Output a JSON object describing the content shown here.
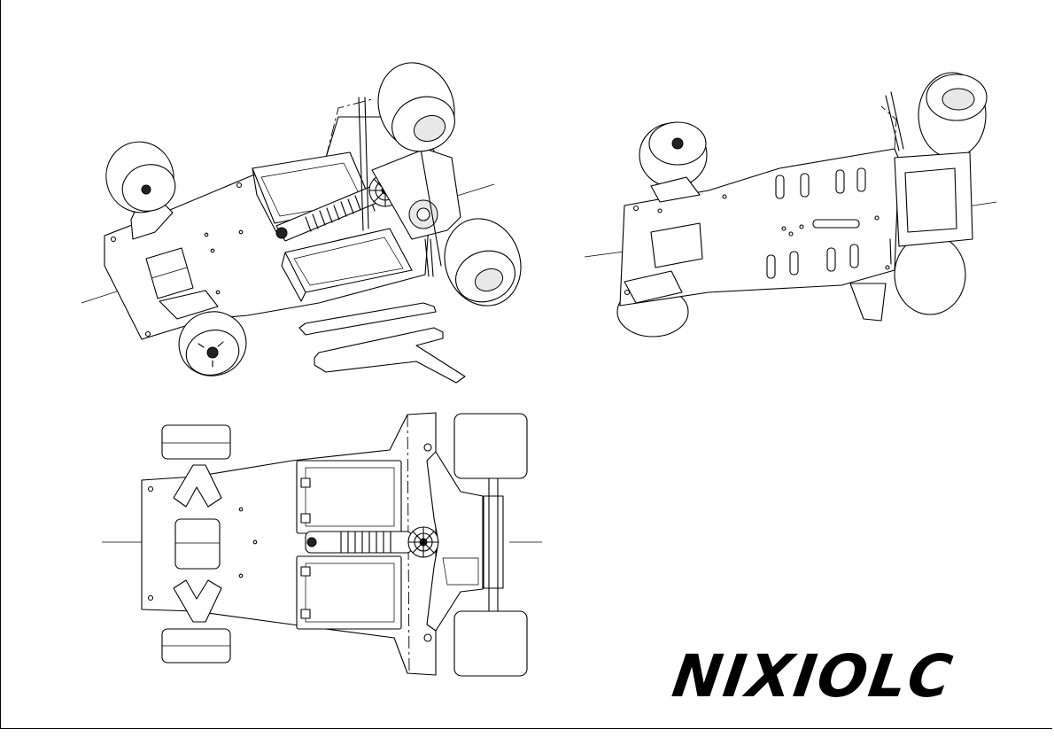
{
  "drawing": {
    "brand_name": "NIXIOLC",
    "views": [
      "iso-view-left",
      "iso-view-right",
      "top-view"
    ],
    "colors": {
      "line": "#000000",
      "paper": "#ffffff"
    }
  }
}
